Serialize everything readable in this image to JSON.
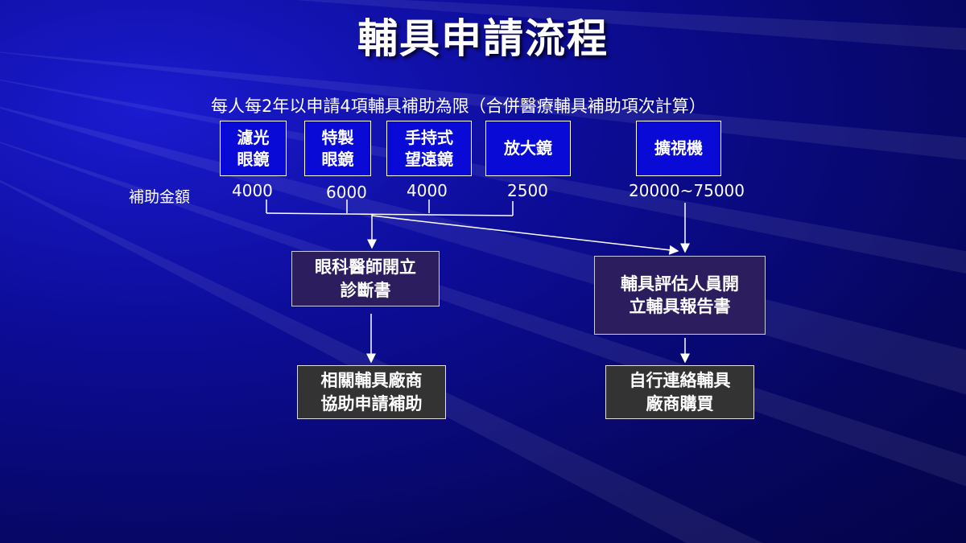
{
  "title": "輔具申請流程",
  "subtitle": "每人每2年以申請4項輔具補助為限（合併醫療輔具補助項次計算）",
  "amount_label": "補助金額",
  "devices": [
    {
      "label": "濾光\n眼鏡",
      "amount": "4000"
    },
    {
      "label": "特製\n眼鏡",
      "amount": "6000"
    },
    {
      "label": "手持式\n望遠鏡",
      "amount": "4000"
    },
    {
      "label": "放大鏡",
      "amount": "2500"
    },
    {
      "label": "擴視機",
      "amount": "20000~75000"
    }
  ],
  "steps": {
    "doctor": "眼科醫師開立\n診斷書",
    "assessor": "輔具評估人員開\n立輔具報告書",
    "vendor_help": "相關輔具廠商\n協助申請補助",
    "self_buy": "自行連絡輔具\n廠商購買"
  },
  "colors": {
    "device_box": "#0a0ad6",
    "step_box": "#2c1d5e",
    "result_box": "#333333",
    "background": "#0d0d9a"
  }
}
